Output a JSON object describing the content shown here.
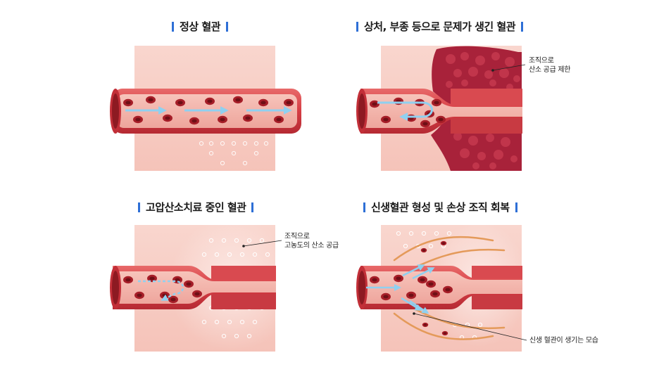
{
  "panels": {
    "normal": {
      "title": "정상 혈관"
    },
    "damaged": {
      "title": "상처, 부종 등으로 문제가 생긴 혈관",
      "callout": [
        "조직으로",
        "산소 공급 제한"
      ]
    },
    "hbot": {
      "title": "고압산소치료 중인 혈관",
      "callout": [
        "조직으로",
        "고농도의 산소 공급"
      ]
    },
    "recovery": {
      "title": "신생혈관 형성 및 손상 조직 회복",
      "callout": "신생 혈관이 생기는 모습"
    }
  },
  "colors": {
    "tissue": "#f6c9c0",
    "vessel": "#d9424a",
    "lumen": "#f3b8b0",
    "rbc": "#b3202a",
    "damage": "#a8223a",
    "flow_arrow": "#8fd0f0",
    "title_bar": "#2e6fd6"
  }
}
